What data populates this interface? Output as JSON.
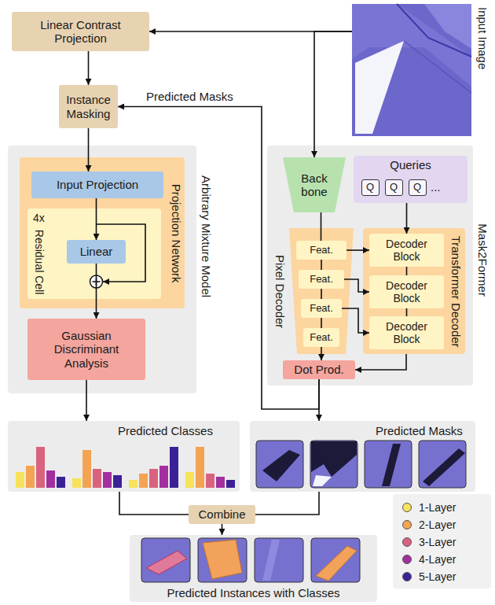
{
  "diagram": {
    "nodes": [
      {
        "text": [
          "Linear Contrast Projection"
        ]
      },
      {
        "text": [
          "Input Image"
        ]
      },
      {
        "text": [
          "Instance Masking"
        ]
      },
      {
        "text": [
          "Arbitrary Mixture Model"
        ]
      },
      {
        "text": [
          "Projection Network"
        ],
        "in": 3
      },
      {
        "text": [
          "Input Projection"
        ],
        "in": 4
      },
      {
        "text": [
          "4x",
          "Residual Cell"
        ],
        "in": 4
      },
      {
        "text": [
          "Linear"
        ],
        "in": 6
      },
      {
        "text": [
          "Gaussian Discriminant Analysis"
        ],
        "in": 3
      },
      {
        "text": [
          "Mask2Former"
        ]
      },
      {
        "text": [
          "Back bone"
        ],
        "in": 9
      },
      {
        "text": [
          "Queries"
        ],
        "in": 9
      },
      {
        "text": [
          "Q"
        ],
        "in": 11
      },
      {
        "text": [
          "Q"
        ],
        "in": 11
      },
      {
        "text": [
          "Q"
        ],
        "in": 11
      },
      {
        "text": [
          "Pixel Decoder"
        ],
        "in": 9
      },
      {
        "text": [
          "Feat."
        ],
        "in": 15
      },
      {
        "text": [
          "Feat."
        ],
        "in": 15
      },
      {
        "text": [
          "Feat."
        ],
        "in": 15
      },
      {
        "text": [
          "Feat."
        ],
        "in": 15
      },
      {
        "text": [
          "Transformer Decoder"
        ],
        "in": 9
      },
      {
        "text": [
          "Decoder Block"
        ],
        "in": 20
      },
      {
        "text": [
          "Decoder Block"
        ],
        "in": 20
      },
      {
        "text": [
          "Decoder Block"
        ],
        "in": 20
      },
      {
        "text": [
          "Dot Prod."
        ],
        "in": 9
      },
      {
        "text": [
          "Predicted Classes"
        ]
      },
      {
        "text": [
          "Predicted Masks"
        ]
      },
      {
        "text": [
          "Combine"
        ]
      },
      {
        "text": [
          "Predicted Instances with Classes"
        ]
      }
    ],
    "edges": [
      {
        "from": 1,
        "to": 0,
        "arrow": "to"
      },
      {
        "from": 1,
        "to": 10,
        "arrow": "to"
      },
      {
        "from": 0,
        "to": 2,
        "arrow": "to"
      },
      {
        "from": 24,
        "to": 2,
        "label": "Predicted Masks",
        "arrow": "to"
      },
      {
        "from": 2,
        "to": 5,
        "arrow": "to"
      },
      {
        "from": 5,
        "to": 7,
        "arrow": "to"
      },
      {
        "from": 7,
        "to": 8,
        "arrow": "to"
      },
      {
        "from": 8,
        "to": 25,
        "arrow": "to"
      },
      {
        "from": 10,
        "to": 16,
        "arrow": "none"
      },
      {
        "from": 16,
        "to": 17,
        "arrow": "none"
      },
      {
        "from": 17,
        "to": 18,
        "arrow": "none"
      },
      {
        "from": 18,
        "to": 19,
        "arrow": "none"
      },
      {
        "from": 16,
        "to": 21,
        "arrow": "to"
      },
      {
        "from": 17,
        "to": 22,
        "arrow": "to"
      },
      {
        "from": 18,
        "to": 23,
        "arrow": "to"
      },
      {
        "from": 11,
        "to": 21,
        "arrow": "to"
      },
      {
        "from": 21,
        "to": 22,
        "arrow": "none"
      },
      {
        "from": 22,
        "to": 23,
        "arrow": "none"
      },
      {
        "from": 20,
        "to": 24,
        "arrow": "to"
      },
      {
        "from": 19,
        "to": 24,
        "arrow": "to"
      },
      {
        "from": 24,
        "to": 26,
        "arrow": "to"
      },
      {
        "from": 25,
        "to": 27,
        "arrow": "none"
      },
      {
        "from": 26,
        "to": 27,
        "arrow": "none"
      },
      {
        "from": 27,
        "to": 28,
        "arrow": "to"
      }
    ],
    "labels": [
      "..."
    ],
    "legend": [
      {
        "text": "1-Layer",
        "color": "#f7e25a"
      },
      {
        "text": "2-Layer",
        "color": "#f4a352"
      },
      {
        "text": "3-Layer",
        "color": "#d9637f"
      },
      {
        "text": "4-Layer",
        "color": "#a32f9f"
      },
      {
        "text": "5-Layer",
        "color": "#3b2196"
      }
    ]
  }
}
